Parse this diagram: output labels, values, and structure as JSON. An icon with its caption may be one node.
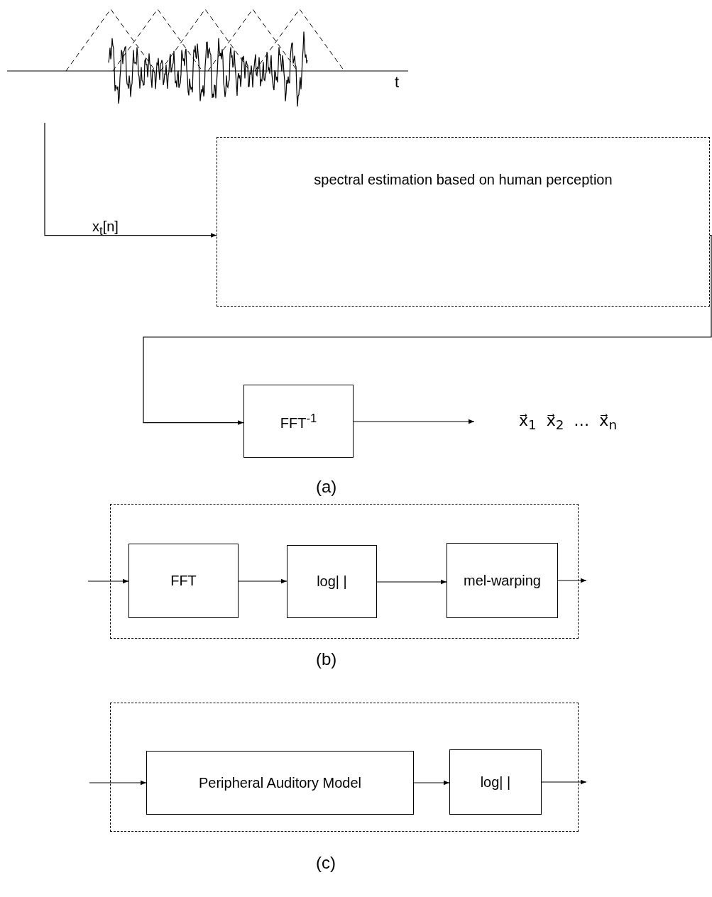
{
  "diagram": {
    "nodes": [
      {
        "text": [],
        "shape": "picture"
      },
      {
        "text": [
          "spectral estimation based on human perception"
        ]
      },
      {
        "text": [
          "FFT$^{-1}$"
        ]
      },
      {
        "text": [
          "x⃗$_{1}$  x⃗$_{2}$  …  x⃗$_{n}$"
        ]
      },
      {
        "text": [],
        "shape": "box"
      },
      {
        "text": [
          "FFT"
        ],
        "in": 4
      },
      {
        "text": [
          "log| |"
        ],
        "in": 4
      },
      {
        "text": [
          "mel-warping"
        ],
        "in": 4
      },
      {
        "text": [],
        "shape": "box"
      },
      {
        "text": [
          "Peripheral Auditory Model"
        ],
        "in": 8
      },
      {
        "text": [
          "log| |"
        ],
        "in": 8
      }
    ],
    "edges": [
      {
        "from": 0,
        "to": 1,
        "arrow": "to",
        "label": "x$_{t}$[n]"
      },
      {
        "from": 1,
        "to": 2,
        "arrow": "to"
      },
      {
        "from": 2,
        "to": 3,
        "arrow": "to"
      },
      {
        "from": null,
        "to": 5,
        "arrow": "to"
      },
      {
        "from": 5,
        "to": 6,
        "arrow": "to"
      },
      {
        "from": 6,
        "to": 7,
        "arrow": "to"
      },
      {
        "from": 7,
        "to": null,
        "arrow": "to"
      },
      {
        "from": null,
        "to": 9,
        "arrow": "to"
      },
      {
        "from": 9,
        "to": 10,
        "arrow": "to"
      },
      {
        "from": 10,
        "to": null,
        "arrow": "to"
      }
    ],
    "labels": [
      "t",
      "(a)",
      "(b)",
      "(c)"
    ]
  }
}
